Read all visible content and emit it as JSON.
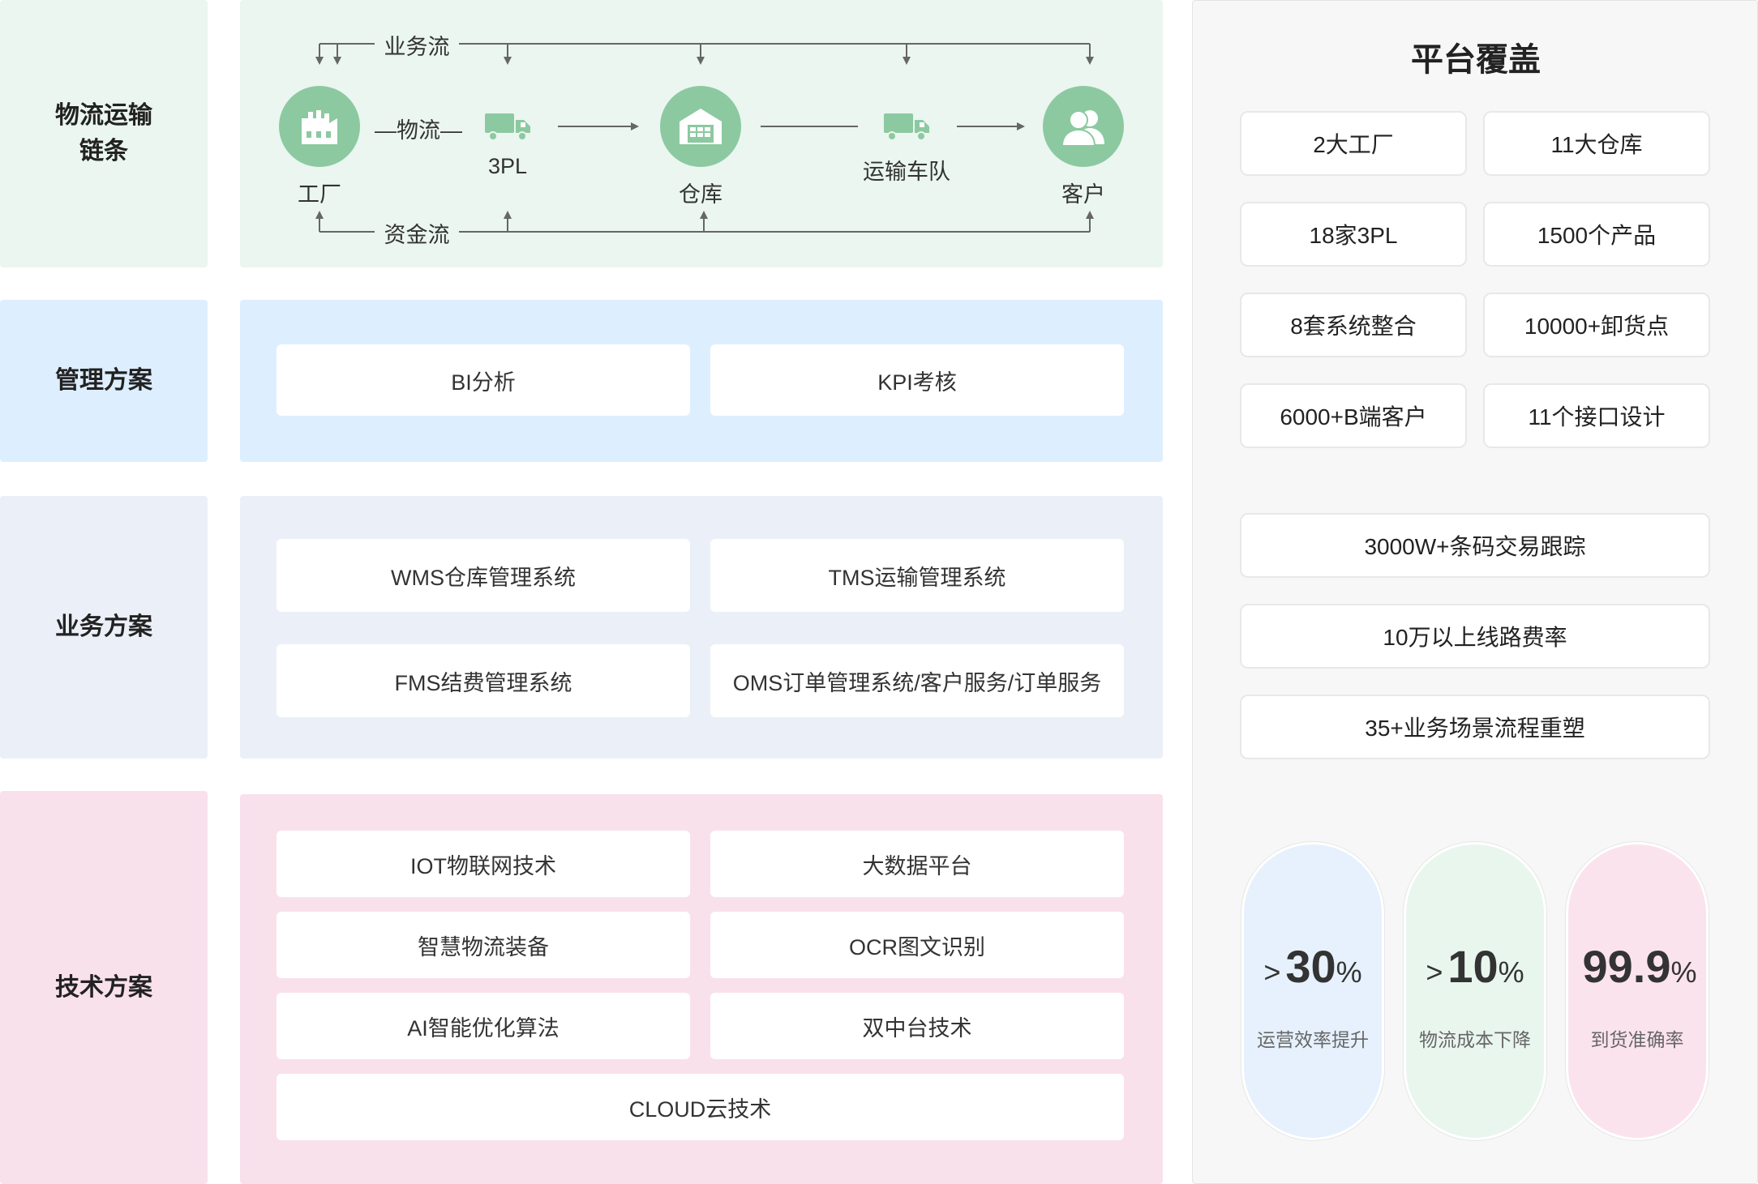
{
  "rows": {
    "logistics": {
      "label_line1": "物流运输",
      "label_line2": "链条"
    },
    "management": {
      "label": "管理方案",
      "cards": [
        "BI分析",
        "KPI考核"
      ]
    },
    "business": {
      "label": "业务方案",
      "cards": [
        "WMS仓库管理系统",
        "TMS运输管理系统",
        "FMS结费管理系统",
        "OMS订单管理系统/客户服务/订单服务"
      ]
    },
    "technology": {
      "label": "技术方案",
      "cards": [
        "IOT物联网技术",
        "大数据平台",
        "智慧物流装备",
        "OCR图文识别",
        "AI智能优化算法",
        "双中台技术",
        "CLOUD云技术"
      ]
    }
  },
  "flow": {
    "business_flow": "业务流",
    "logistics_flow": "—物流—",
    "capital_flow": "资金流",
    "nodes": {
      "factory": "工厂",
      "tpl": "3PL",
      "warehouse": "仓库",
      "fleet": "运输车队",
      "customer": "客户"
    }
  },
  "platform": {
    "title": "平台覆盖",
    "grid": [
      "2大工厂",
      "11大仓库",
      "18家3PL",
      "1500个产品",
      "8套系统整合",
      "10000+卸货点",
      "6000+B端客户",
      "11个接口设计"
    ],
    "wide": [
      "3000W+条码交易跟踪",
      "10万以上线路费率",
      "35+业务场景流程重塑"
    ],
    "metrics": [
      {
        "prefix": ">",
        "value": "30",
        "unit": "%",
        "caption": "运营效率提升",
        "color": "#e6f1fd"
      },
      {
        "prefix": ">",
        "value": "10",
        "unit": "%",
        "caption": "物流成本下降",
        "color": "#e9f6ee"
      },
      {
        "prefix": "",
        "value": "99.9",
        "unit": "%",
        "caption": "到货准确率",
        "color": "#fbe3ee"
      }
    ]
  }
}
